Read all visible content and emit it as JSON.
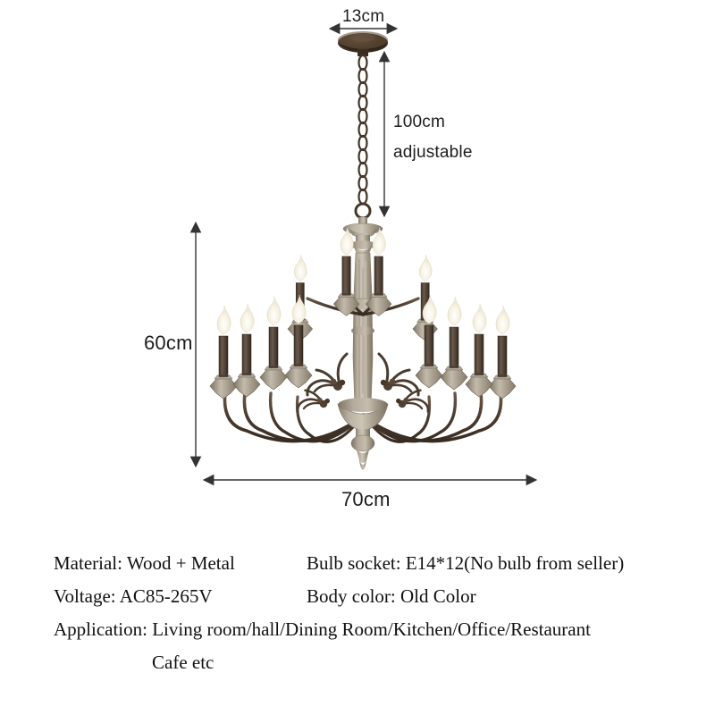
{
  "product": {
    "type": "chandelier",
    "description": "Vintage wood and metal 12-light candle chandelier with adjustable chain"
  },
  "dimensions": {
    "canopy_width": "13cm",
    "chain_length": "100cm",
    "chain_note": "adjustable",
    "fixture_height": "60cm",
    "fixture_width": "70cm"
  },
  "specs": {
    "material_label": "Material: Wood + Metal",
    "bulb_socket_label": "Bulb socket: E14*12(No bulb from seller)",
    "voltage_label": "Voltage: AC85-265V",
    "body_color_label": "Body color: Old Color",
    "application_label": "Application: Living room/hall/Dining Room/Kitchen/Office/Restaurant",
    "application_label_cont": "Cafe etc"
  },
  "colors": {
    "background": "#ffffff",
    "text": "#111111",
    "dimension_line": "#3a3a3a",
    "wood_light": "#b5ab9c",
    "wood_mid": "#9b9183",
    "wood_dark": "#6f6657",
    "metal_dark": "#4a3c31",
    "metal_mid": "#5e4d3f",
    "candle_sleeve": "#5a4a3e",
    "flame": "#f4efdf"
  },
  "icons": {
    "arrow_horizontal": "double-headed-horizontal-arrow",
    "arrow_vertical": "double-headed-vertical-arrow"
  }
}
